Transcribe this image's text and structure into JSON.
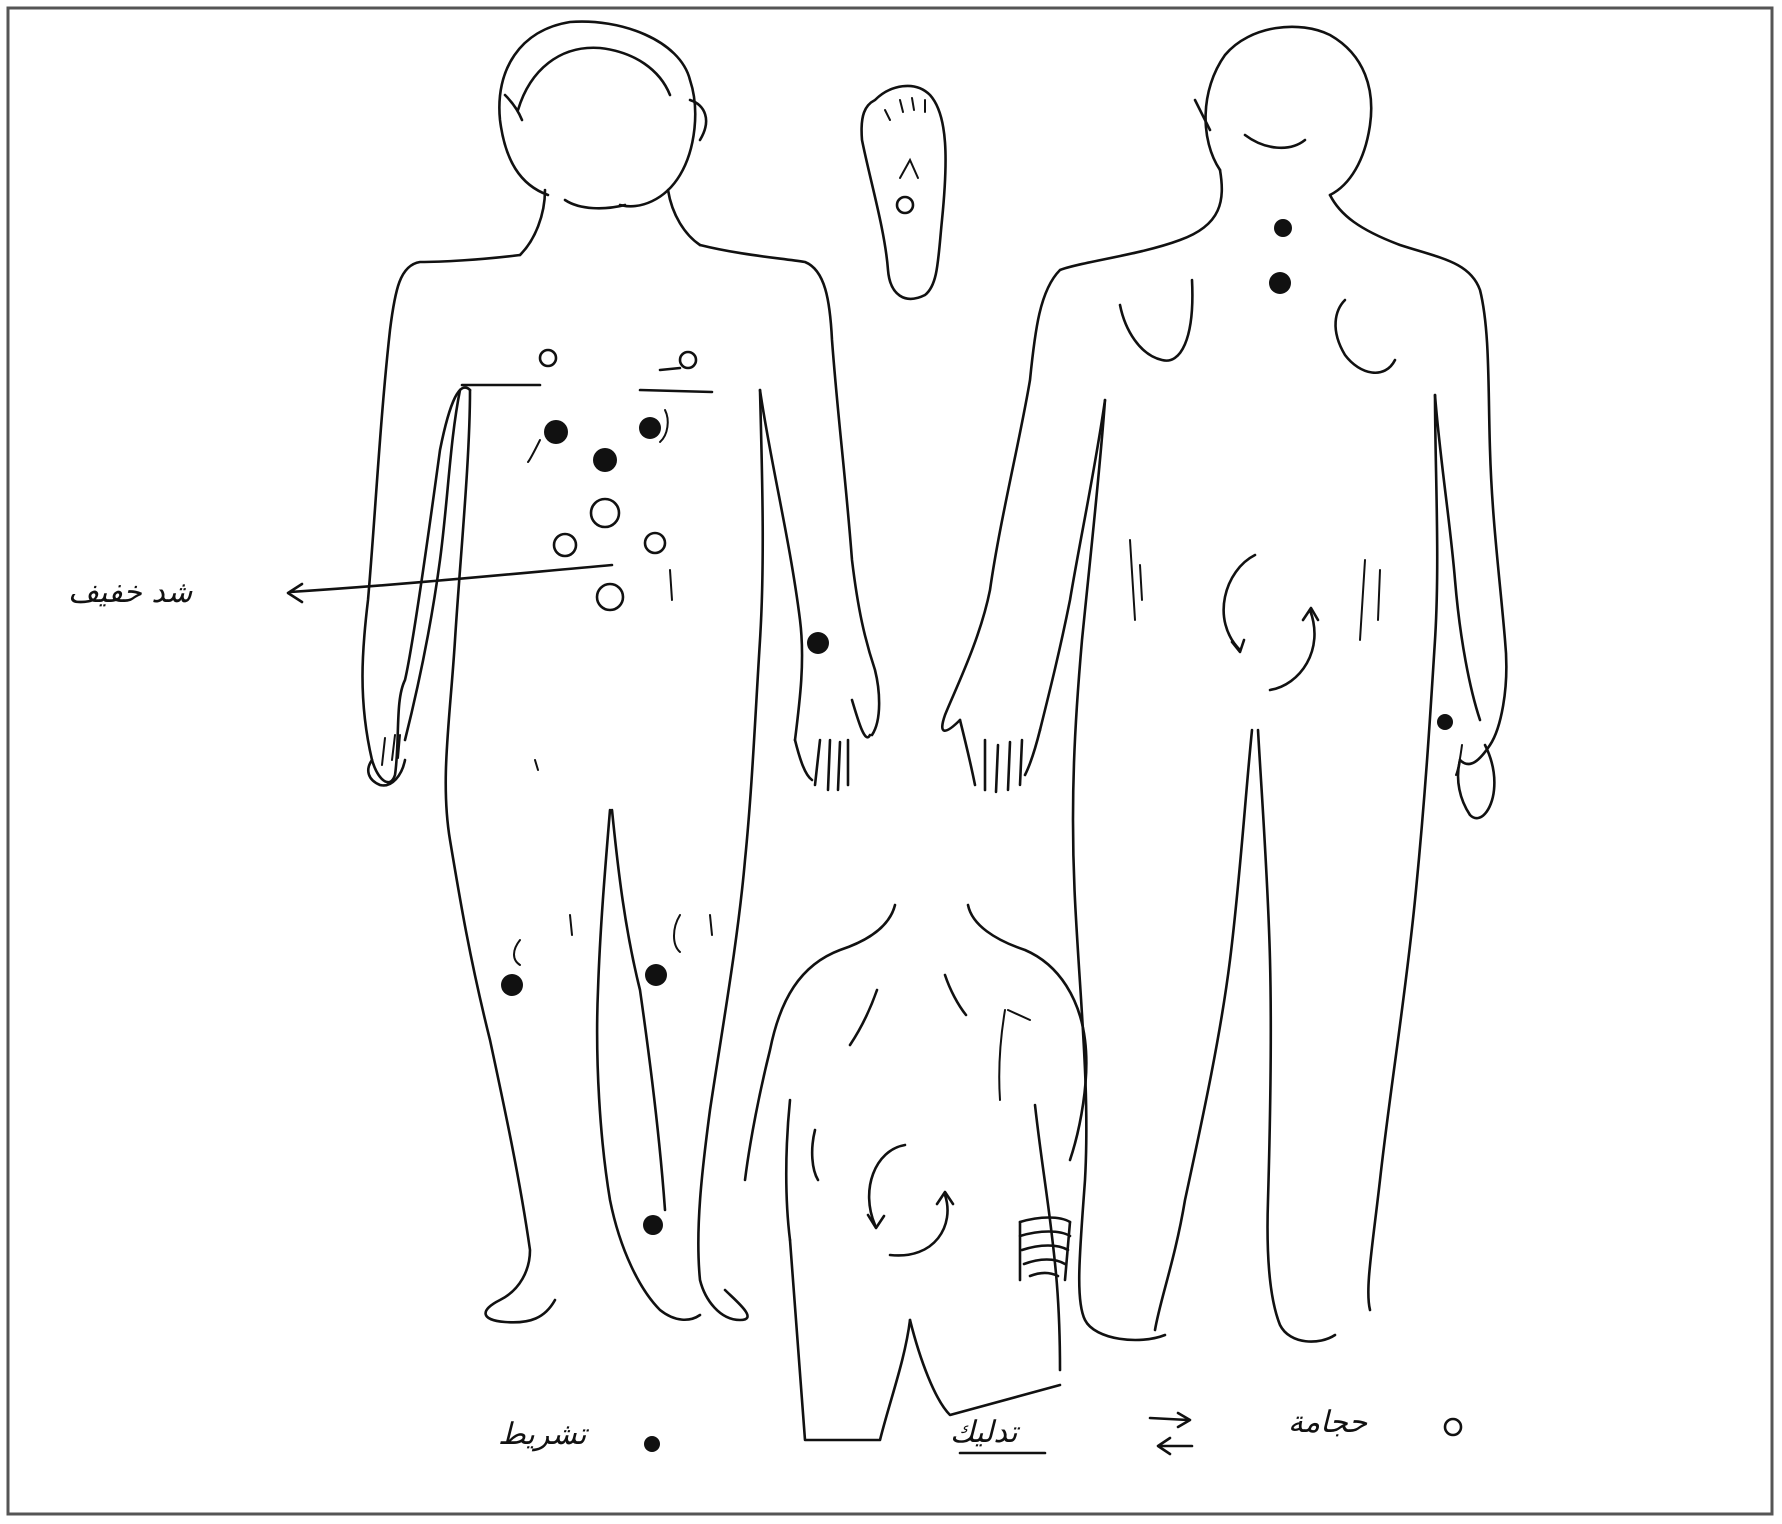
{
  "figure": {
    "labels": {
      "light_pressure": "شد خفيف",
      "dry_cupping": "حجامة",
      "massage": "تدليك",
      "scarification": "تشريط"
    },
    "legend_markers": {
      "dry_cupping": "open-circle",
      "massage": "double-arrow",
      "scarification": "filled-dot"
    },
    "figures": [
      "front-body-left",
      "front-body-right",
      "back-torso",
      "foot-sole"
    ]
  }
}
